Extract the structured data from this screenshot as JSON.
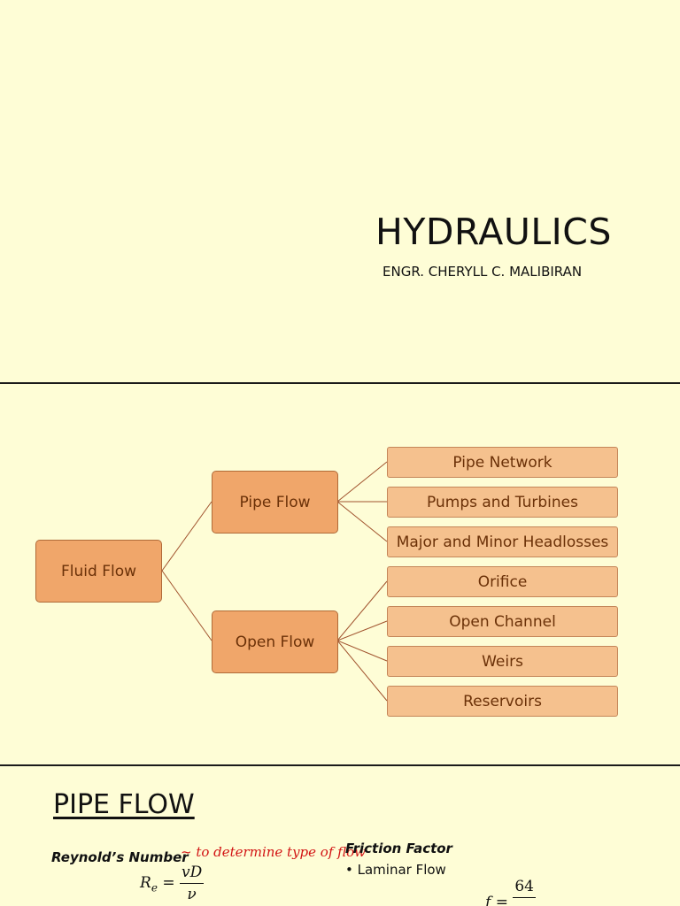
{
  "slide1": {
    "title": "HYDRAULICS",
    "author": "ENGR. CHERYLL C. MALIBIRAN"
  },
  "diagram": {
    "root": "Fluid Flow",
    "pipe_flow": {
      "label": "Pipe Flow",
      "children": [
        "Pipe Network",
        "Pumps and Turbines",
        "Major and Minor Headlosses"
      ]
    },
    "open_flow": {
      "label": "Open Flow",
      "children": [
        "Orifice",
        "Open Channel",
        "Weirs",
        "Reservoirs"
      ]
    },
    "colors": {
      "main_node": "#f0a66a",
      "leaf_node": "#f5c18e",
      "connector": "#a0522d",
      "text": "#6b3108"
    }
  },
  "slide3": {
    "heading": "PIPE FLOW",
    "reynolds_label": "Reynold’s Number",
    "handwritten_note": "~ to determine type of flow",
    "reynolds_lhs": "R",
    "reynolds_sub": "e",
    "reynolds_eq": " =",
    "reynolds_num": "vD",
    "reynolds_den": "ν",
    "friction_label": "Friction Factor",
    "bullet_laminar": "• Laminar Flow",
    "friction_lhs": "f =",
    "friction_num": "64"
  },
  "colors": {
    "slide_background": "#fefdd6",
    "handwriting": "#d21414"
  }
}
